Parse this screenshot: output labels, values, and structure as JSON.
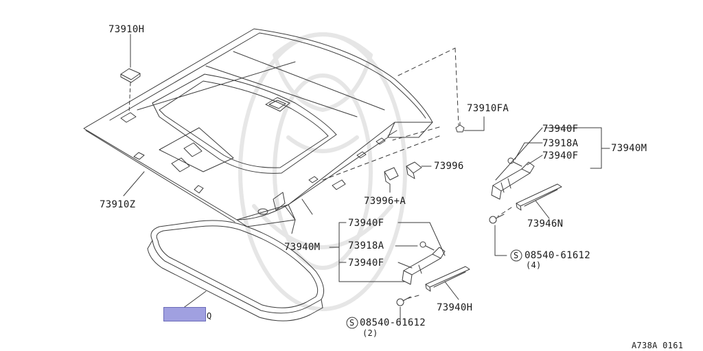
{
  "diagram": {
    "code": "A738A 0161",
    "labels": {
      "p73910H": "73910H",
      "p73910FA": "73910FA",
      "p73910Z": "73910Z",
      "p73996": "73996",
      "p73996A": "73996+A",
      "p73940M_right": "73940M",
      "p73940F_r1": "73940F",
      "p73918A_r": "73918A",
      "p73940F_r2": "73940F",
      "p73946N": "73946N",
      "p08540_r": "08540-61612",
      "qty_r": "(4)",
      "p73940M_left": "73940M",
      "p73940F_l1": "73940F",
      "p73918A_l": "73918A",
      "p73940F_l2": "73940F",
      "p73940H": "73940H",
      "p08540_l": "08540-61612",
      "qty_l": "(2)",
      "hidden_suffix": "Q",
      "s_mark": "S"
    },
    "colors": {
      "line": "#3a3a3a",
      "highlight": "#a0a0e0",
      "watermark": "#e6e6e6"
    }
  }
}
